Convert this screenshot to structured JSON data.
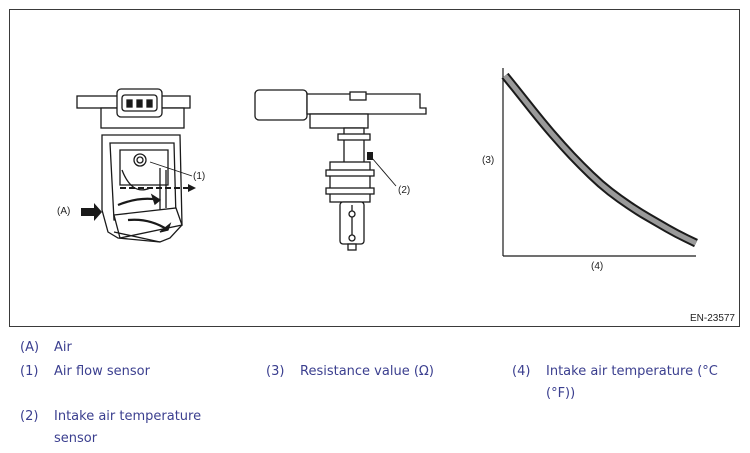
{
  "figure": {
    "code": "EN-23577",
    "callouts": {
      "a": "(A)",
      "one": "(1)",
      "two": "(2)",
      "three": "(3)",
      "four": "(4)"
    }
  },
  "legend": [
    {
      "key": "(A)",
      "text": "Air"
    },
    {
      "key": "(1)",
      "text": "Air flow sensor"
    },
    {
      "key": "(3)",
      "text": "Resistance value (Ω)"
    },
    {
      "key": "(4)",
      "text": "Intake air temperature (°C (°F))"
    },
    {
      "key": "(2)",
      "text": "Intake air temperature sensor"
    }
  ],
  "chart_data": {
    "type": "line",
    "title": "",
    "xlabel": "(4)",
    "ylabel": "(3)",
    "x": [
      0,
      0.1,
      0.2,
      0.3,
      0.4,
      0.5,
      0.6,
      0.7,
      0.8,
      0.9,
      1.0
    ],
    "series": [
      {
        "values": [
          0.98,
          0.85,
          0.72,
          0.6,
          0.49,
          0.39,
          0.31,
          0.24,
          0.18,
          0.12,
          0.07
        ]
      }
    ],
    "grid": false,
    "colors": {
      "curve_outline": "#1a1a1a",
      "curve_fill": "#9a9a9a"
    }
  },
  "colors": {
    "legend_text": "#3b3f8f",
    "border": "#3a3a3a"
  }
}
